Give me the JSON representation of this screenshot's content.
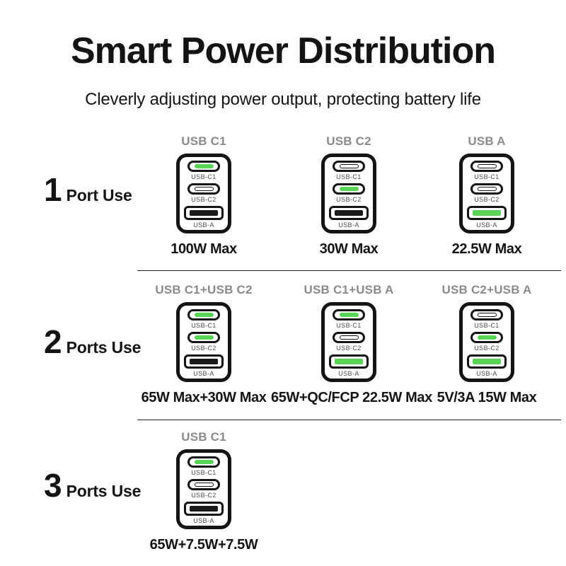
{
  "title": "Smart Power Distribution",
  "subtitle": "Cleverly adjusting power output, protecting battery life",
  "colors": {
    "ink": "#141414",
    "active_green": "#57d355",
    "inactive_pin_dark": "#1a1a1a",
    "header_gray": "#8a8a8a",
    "port_label_gray": "#4b4b4b",
    "divider": "#1c1c1c"
  },
  "port_labels": {
    "c1": "USB-C1",
    "c2": "USB-C2",
    "a": "USB-A"
  },
  "rows": [
    {
      "number": "1",
      "label": "Port Use",
      "chargers": [
        {
          "header": "USB C1",
          "caption": "100W Max",
          "active": {
            "c1": true,
            "c2": false,
            "a": false
          }
        },
        {
          "header": "USB C2",
          "caption": "30W Max",
          "active": {
            "c1": false,
            "c2": true,
            "a": false
          }
        },
        {
          "header": "USB A",
          "caption": "22.5W Max",
          "active": {
            "c1": false,
            "c2": false,
            "a": true
          }
        }
      ]
    },
    {
      "number": "2",
      "label": "Ports Use",
      "chargers": [
        {
          "header": "USB C1+USB C2",
          "caption": "65W Max+30W Max",
          "active": {
            "c1": true,
            "c2": true,
            "a": false
          }
        },
        {
          "header": "USB C1+USB A",
          "caption": "65W+QC/FCP 22.5W Max",
          "active": {
            "c1": true,
            "c2": false,
            "a": true
          }
        },
        {
          "header": "USB C2+USB A",
          "caption": "5V/3A 15W Max",
          "active": {
            "c1": false,
            "c2": true,
            "a": true
          }
        }
      ]
    },
    {
      "number": "3",
      "label": "Ports Use",
      "chargers": [
        {
          "header": "USB C1",
          "caption": "65W+7.5W+7.5W",
          "active": {
            "c1": true,
            "c2": false,
            "a": false
          }
        }
      ]
    }
  ]
}
